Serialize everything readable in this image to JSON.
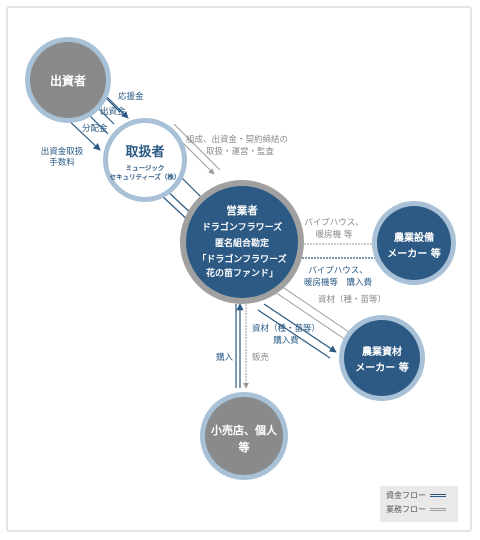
{
  "nodes": {
    "investor": {
      "label": [
        "出資者"
      ],
      "fill": "#8a8a8a"
    },
    "handler": {
      "label": [
        "取扱者"
      ],
      "sub": [
        "ミュージック",
        "セキュリティーズ（株）"
      ]
    },
    "operator": {
      "label": [
        "営業者",
        "ドラゴンフラワーズ",
        "匿名組合勘定",
        "「ドラゴンフラワーズ",
        "花の苗ファンド」"
      ],
      "fill": "#2c5a84"
    },
    "equipment_maker": {
      "label": [
        "農業設備",
        "メーカー 等"
      ],
      "fill": "#2c5a84"
    },
    "materials_maker": {
      "label": [
        "農業資材",
        "メーカー 等"
      ],
      "fill": "#2c5a84"
    },
    "retail": {
      "label": [
        "小売店、個人",
        "等"
      ],
      "fill": "#8a8a8a"
    }
  },
  "flows": {
    "support": "応援金",
    "investment": "出資金",
    "distribution": "分配金",
    "fee": [
      "出資金取扱",
      "手数料"
    ],
    "handling": [
      "組成、出資金・契約締結の",
      "取扱・運営・監査"
    ],
    "pipe_supply": [
      "パイプハウス、",
      "暖房機 等"
    ],
    "pipe_payment": [
      "パイプハウス、",
      "暖房機等　購入費"
    ],
    "materials_supply": "資材（種・苗等）",
    "materials_payment": [
      "資材（種・苗等）",
      "購入費"
    ],
    "purchase": "購入",
    "sales": "販売"
  },
  "legend": {
    "money": "資金フロー",
    "business": "業務フロー"
  },
  "colors": {
    "money": "#2a5a84",
    "business": "#a0a0a0",
    "ring": "#a9c1d6"
  }
}
